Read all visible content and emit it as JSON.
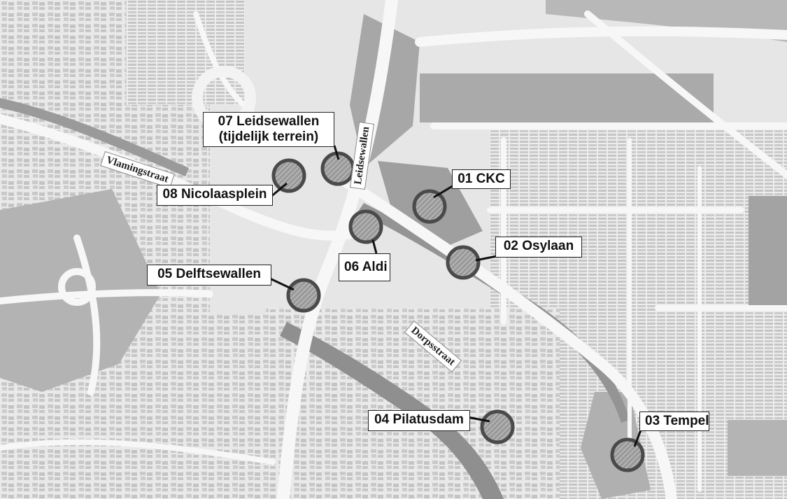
{
  "map": {
    "sites": [
      {
        "label": "01 CKC"
      },
      {
        "label": "02 Osylaan"
      },
      {
        "label": "03 Tempel"
      },
      {
        "label": "04 Pilatusdam"
      },
      {
        "label": "05 Delftsewallen"
      },
      {
        "label": "06 Aldi"
      },
      {
        "label": "07 Leidsewallen\n(tijdelijk terrein)"
      },
      {
        "label": "08 Nicolaasplein"
      }
    ],
    "streets": [
      {
        "name": "Vlamingstraat"
      },
      {
        "name": "Leidsewallen"
      },
      {
        "name": "Dorpsstraat"
      }
    ],
    "colors": {
      "site_ring": "#4a4a4a",
      "site_fill": "#8c8c8c",
      "road": "#f4f4f4",
      "block": "#cfcfcf",
      "water": "#8e8e8e",
      "green": "#a9a9a9"
    }
  }
}
